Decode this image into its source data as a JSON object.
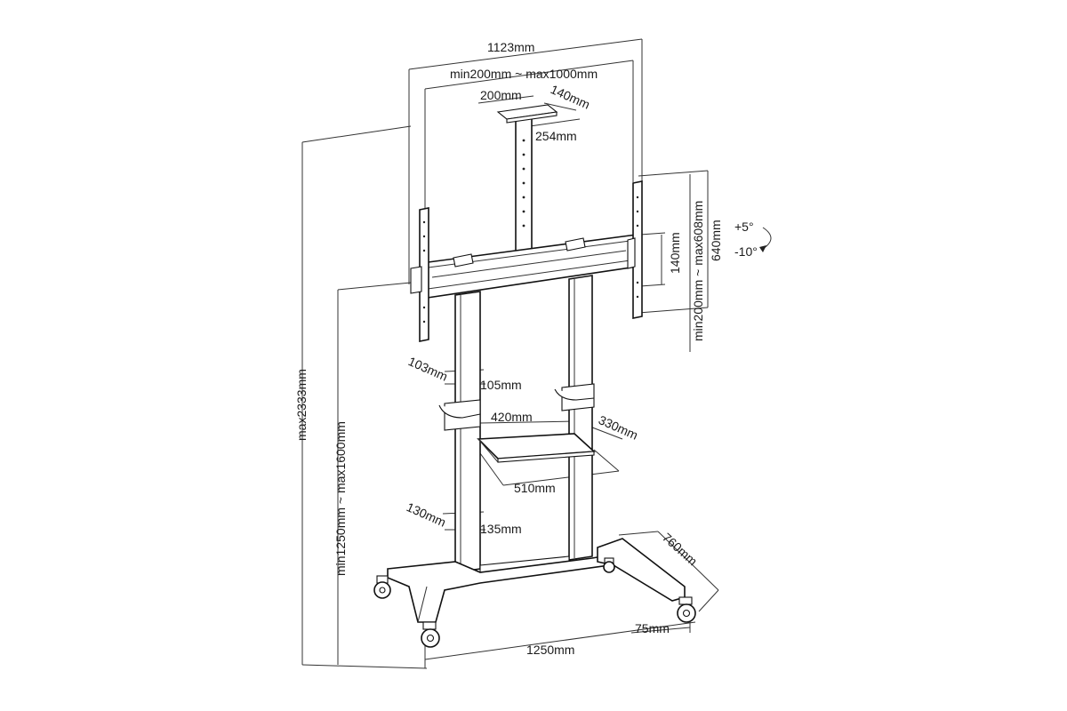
{
  "dimensions": {
    "overall_width": "1123mm",
    "vesa_width_range": "min200mm ~ max1000mm",
    "camera_shelf_width": "200mm",
    "camera_shelf_depth": "140mm",
    "camera_shelf_span": "254mm",
    "bracket_height": "140mm",
    "vesa_height_range": "min200mm ~ max608mm",
    "arm_height": "640mm",
    "tilt_up": "+5°",
    "tilt_down": "-10°",
    "max_height": "max2333mm",
    "mount_height_range": "min1250mm ~ max1600mm",
    "upper_column_a": "103mm",
    "upper_column_b": "105mm",
    "shelf_width": "420mm",
    "shelf_depth": "330mm",
    "shelf_span": "510mm",
    "lower_column_a": "130mm",
    "lower_column_b": "135mm",
    "base_depth": "760mm",
    "base_width": "1250mm",
    "foot_offset": "75mm"
  }
}
